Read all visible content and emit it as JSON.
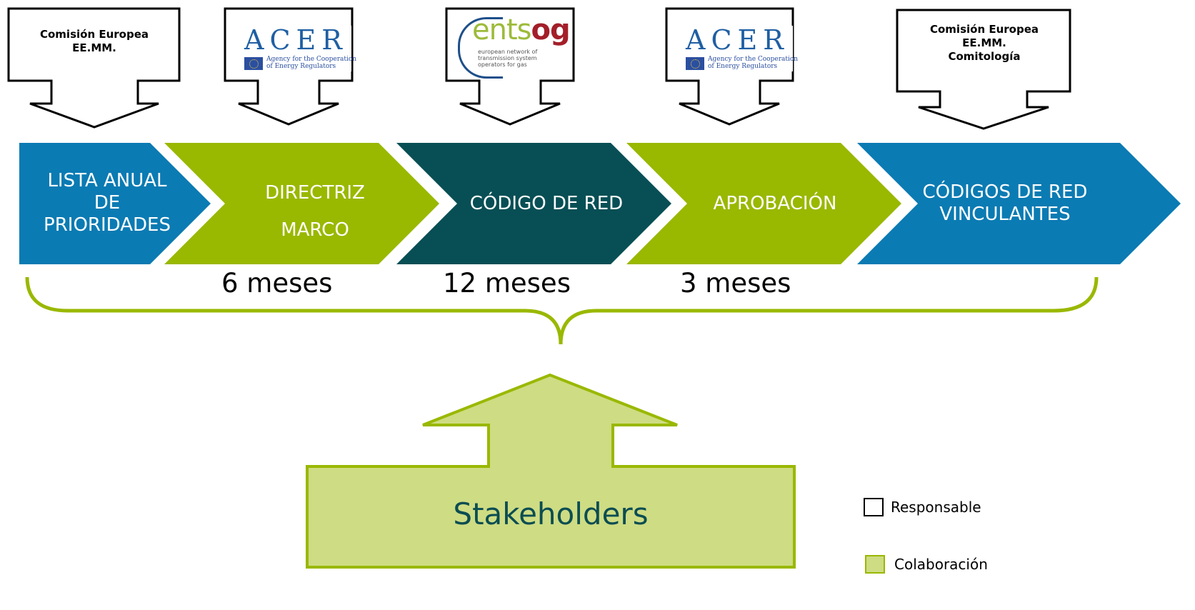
{
  "callouts": [
    {
      "lines": [
        "Comisión Europea",
        "EE.MM."
      ],
      "logo": null
    },
    {
      "lines": [],
      "logo": "acer"
    },
    {
      "lines": [],
      "logo": "entsog"
    },
    {
      "lines": [],
      "logo": "acer"
    },
    {
      "lines": [
        "Comisión Europea",
        "EE.MM.",
        "Comitología"
      ],
      "logo": null
    }
  ],
  "logos": {
    "acer": {
      "word": "ACER",
      "subtitle": [
        "Agency for the Cooperation",
        "of Energy Regulators"
      ]
    },
    "entsog": {
      "word": "ents",
      "word_bold": "og",
      "subtitle": "european network of transmission system operators for gas"
    }
  },
  "chevrons": [
    {
      "lines": [
        "LISTA ANUAL",
        "DE",
        "PRIORIDADES"
      ],
      "color": "#0b7bb3"
    },
    {
      "lines": [
        "DIRECTRIZ",
        "MARCO"
      ],
      "color": "#99b800"
    },
    {
      "lines": [
        "CÓDIGO DE RED"
      ],
      "color": "#074f55"
    },
    {
      "lines": [
        "APROBACIÓN"
      ],
      "color": "#99b800"
    },
    {
      "lines": [
        "CÓDIGOS DE RED",
        "VINCULANTES"
      ],
      "color": "#0b7bb3"
    }
  ],
  "durations": [
    "6 meses",
    "12 meses",
    "3 meses"
  ],
  "stakeholders": {
    "label": "Stakeholders",
    "fill": "#cedc83",
    "stroke": "#99b800"
  },
  "brace_color": "#99b800",
  "legend": {
    "responsable": "Responsable",
    "colaboracion": "Colaboración"
  }
}
